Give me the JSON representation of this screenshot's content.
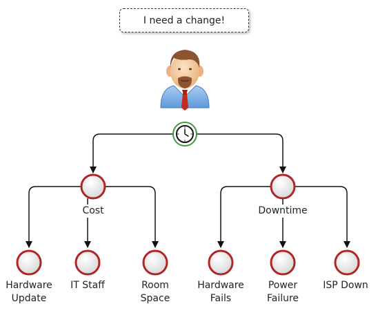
{
  "callout": {
    "text": "I need a change!"
  },
  "icons": {
    "person": "person-icon",
    "decision": "clock-icon"
  },
  "colors": {
    "node_ring": "#b02525",
    "node_fill": "#eeeeee",
    "line": "#111111",
    "clock_ring": "#3c9a3c"
  },
  "branches": {
    "cost": {
      "label": "Cost",
      "children": [
        {
          "label": "Hardware\nUpdate"
        },
        {
          "label": "IT Staff"
        },
        {
          "label": "Room\nSpace"
        }
      ]
    },
    "downtime": {
      "label": "Downtime",
      "children": [
        {
          "label": "Hardware\nFails"
        },
        {
          "label": "Power\nFailure"
        },
        {
          "label": "ISP Down"
        }
      ]
    }
  }
}
